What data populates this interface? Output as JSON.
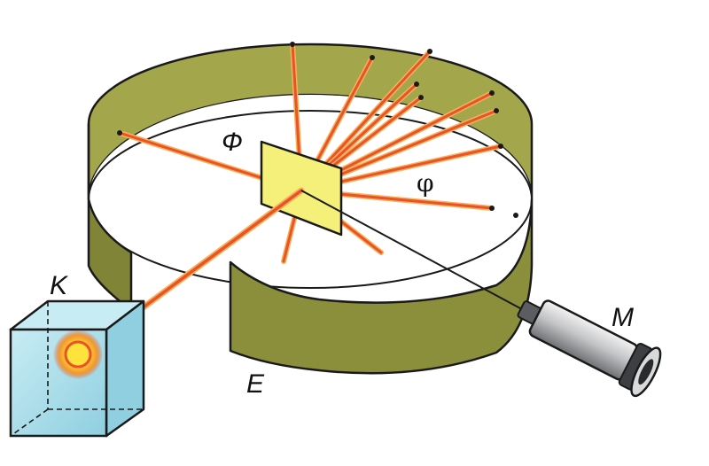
{
  "labels": {
    "source": "K",
    "foil": "Ф",
    "screen": "E",
    "microscope": "M",
    "angle": "φ"
  },
  "colors": {
    "screen_green": "#8b8f3c",
    "screen_inner": "#a3a64a",
    "outline": "#1a1a1a",
    "foil_yellow": "#f5f07a",
    "beam_orange": "#e8532a",
    "beam_glow": "#f7b25a",
    "box_blue": "#a9dcea",
    "microscope_gray": "#bfc0c2"
  }
}
